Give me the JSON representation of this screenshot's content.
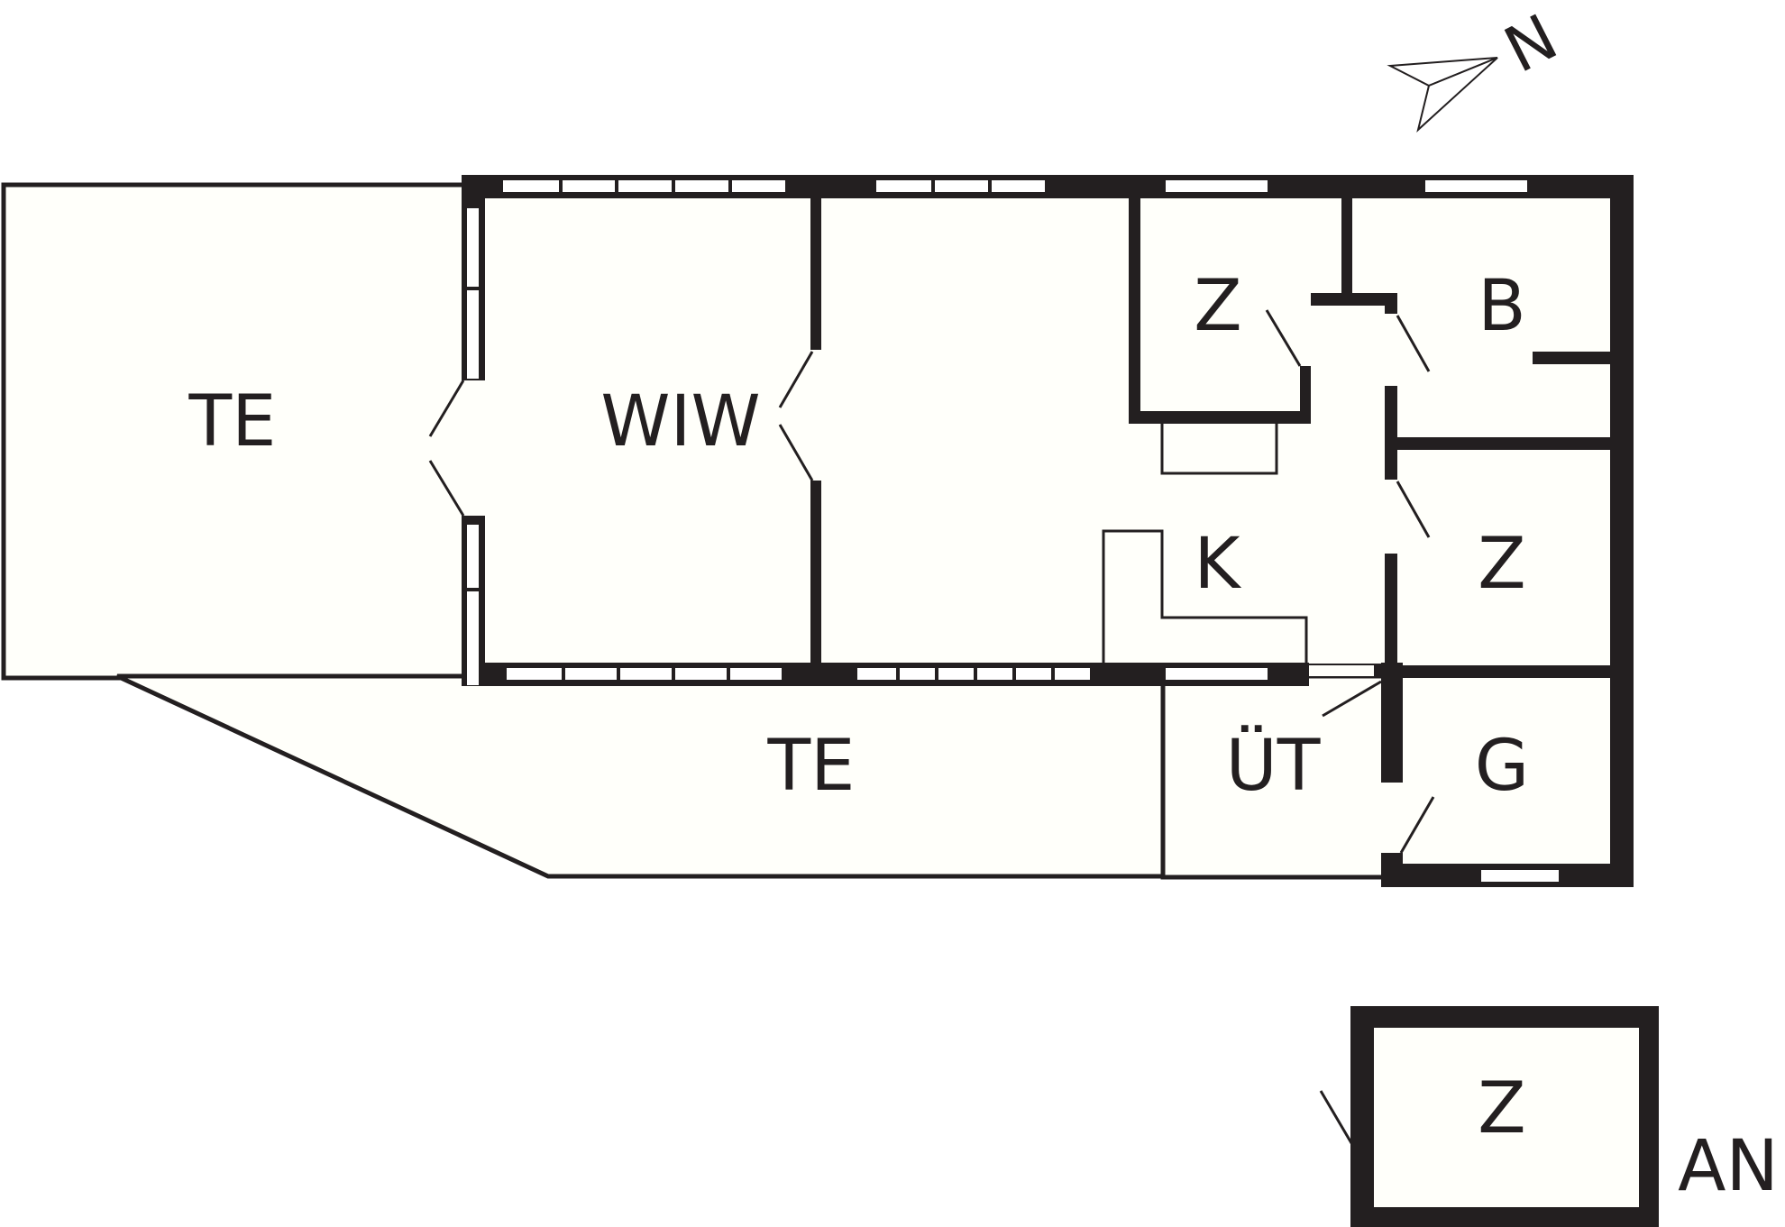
{
  "rooms": {
    "terrace_west": "TE",
    "living": "WIW",
    "bedroom_north": "Z",
    "bathroom": "B",
    "kitchen": "K",
    "bedroom_east": "Z",
    "terrace_south": "TE",
    "entrance": "ÜT",
    "garage": "G"
  },
  "annex": {
    "room": "Z",
    "label": "AN"
  },
  "compass": {
    "north_label": "N",
    "icon": "compass-arrow-icon"
  },
  "colors": {
    "wall": "#231f20",
    "floor": "#fffffa",
    "background": "#ffffff"
  }
}
